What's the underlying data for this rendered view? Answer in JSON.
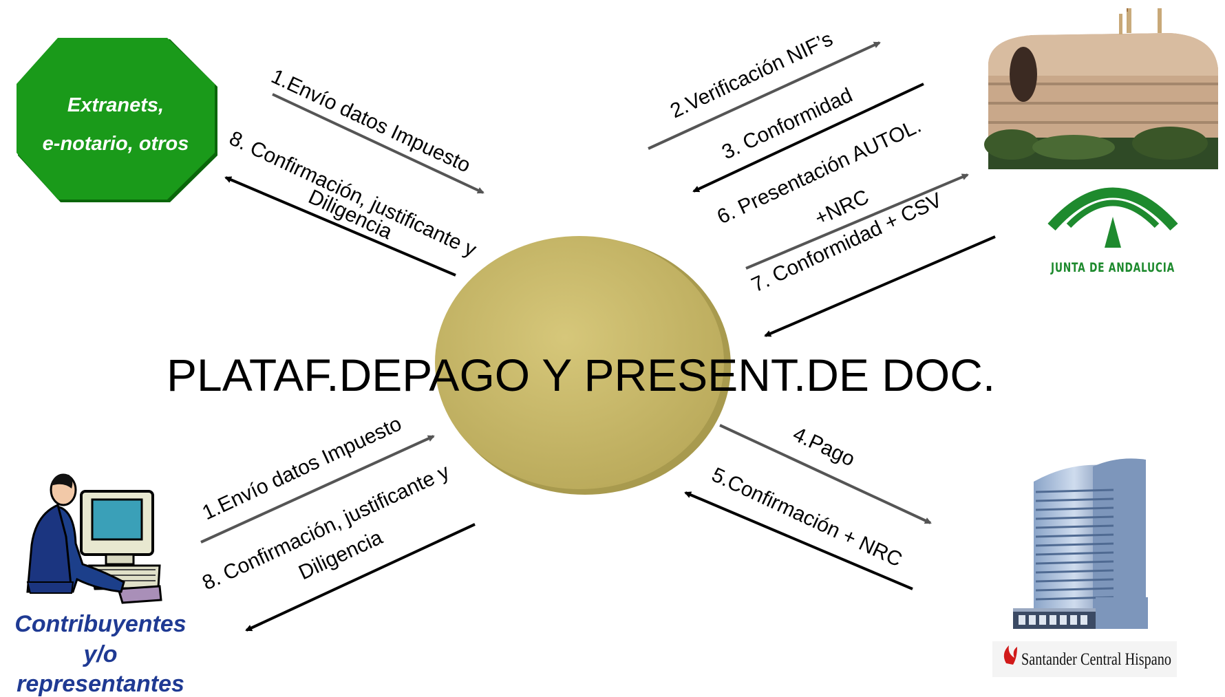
{
  "title": "PLATAF.DEPAGO Y PRESENT.DE DOC.",
  "extranets": {
    "line1": "Extranets,",
    "line2": "e-notario, otros"
  },
  "contribuyentes": {
    "line1": "Contribuyentes",
    "line2": "y/o",
    "line3": "representantes"
  },
  "junta_logo_text": "JUNTA DE ANDALUCIA",
  "bank_logo_text": "Santander Central Hispano",
  "flows": {
    "extranet_send": "1.Envío datos Impuesto",
    "extranet_confirm_1": "8. Confirmación, justificante y",
    "extranet_confirm_2": "Diligencia",
    "nif_check": "2.Verificación NIF’s",
    "conformity": "3. Conformidad",
    "presentation_1": "6. Presentación AUTOL.",
    "presentation_2": "+NRC",
    "conformity_csv": "7. Conformidad + CSV",
    "payment": "4.Pago",
    "payment_confirm": "5.Confirmación + NRC",
    "taxpayer_send": "1.Envío datos Impuesto",
    "taxpayer_confirm_1": "8. Confirmación, justificante y",
    "taxpayer_confirm_2": "Diligencia"
  },
  "colors": {
    "octagon": "#1a9a1a",
    "hub": "#c8b766",
    "arrow_grey": "#555555",
    "arrow_black": "#000000",
    "contrib_text": "#1f3a93",
    "junta_green": "#1e8a2e",
    "bank_red": "#d11a1a"
  }
}
